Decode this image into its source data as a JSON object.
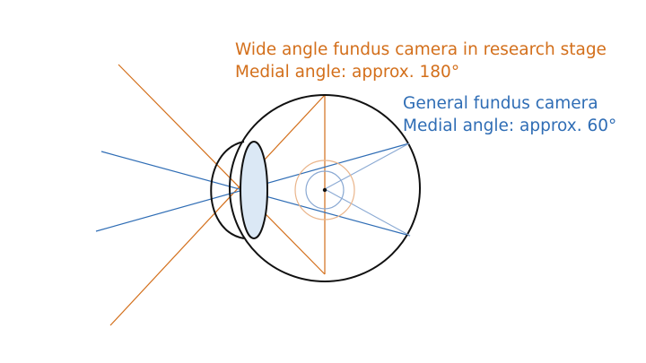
{
  "colors": {
    "wide": "#d36f1b",
    "general": "#2f6db5",
    "outline": "#111111",
    "lens_fill": "#dbe8f5",
    "general_light": "#8aa9d3",
    "wide_light": "#eab58b"
  },
  "wide_angle": {
    "title": "Wide angle fundus camera in research stage",
    "angle": "Medial angle: approx. 180°"
  },
  "general": {
    "title": "General fundus camera",
    "angle": "Medial angle: approx. 60°"
  }
}
